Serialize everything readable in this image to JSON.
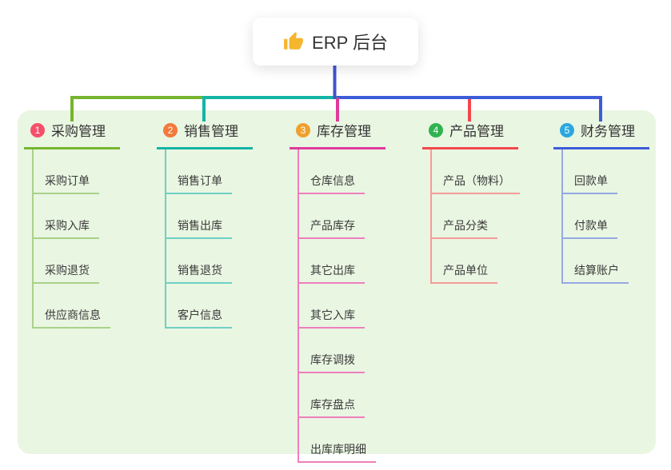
{
  "title": {
    "text": "ERP 后台",
    "icon": "thumbs-up-icon",
    "icon_color": "#f5b62e"
  },
  "panel_color": "#e9f6e2",
  "stem_color": "#4353cd",
  "branches": [
    {
      "badge": "1",
      "label": "采购管理",
      "badge_color": "#f4506a",
      "line_color": "#76b52f",
      "child_line_color": "#a9d289",
      "children": [
        "采购订单",
        "采购入库",
        "采购退货",
        "供应商信息"
      ]
    },
    {
      "badge": "2",
      "label": "销售管理",
      "badge_color": "#f47a3c",
      "line_color": "#13b5a5",
      "child_line_color": "#6ed0c4",
      "children": [
        "销售订单",
        "销售出库",
        "销售退货",
        "客户信息"
      ]
    },
    {
      "badge": "3",
      "label": "库存管理",
      "badge_color": "#f0a02f",
      "line_color": "#e0399b",
      "child_line_color": "#ef7fbd",
      "children": [
        "仓库信息",
        "产品库存",
        "其它出库",
        "其它入库",
        "库存调拨",
        "库存盘点",
        "出库库明细"
      ]
    },
    {
      "badge": "4",
      "label": "产品管理",
      "badge_color": "#2fb350",
      "line_color": "#f2474d",
      "child_line_color": "#f59b98",
      "children": [
        "产品（物料）",
        "产品分类",
        "产品单位"
      ]
    },
    {
      "badge": "5",
      "label": "财务管理",
      "badge_color": "#2ba7e0",
      "line_color": "#3c5cd8",
      "child_line_color": "#94a9e2",
      "children": [
        "回款单",
        "付款单",
        "结算账户"
      ]
    }
  ]
}
